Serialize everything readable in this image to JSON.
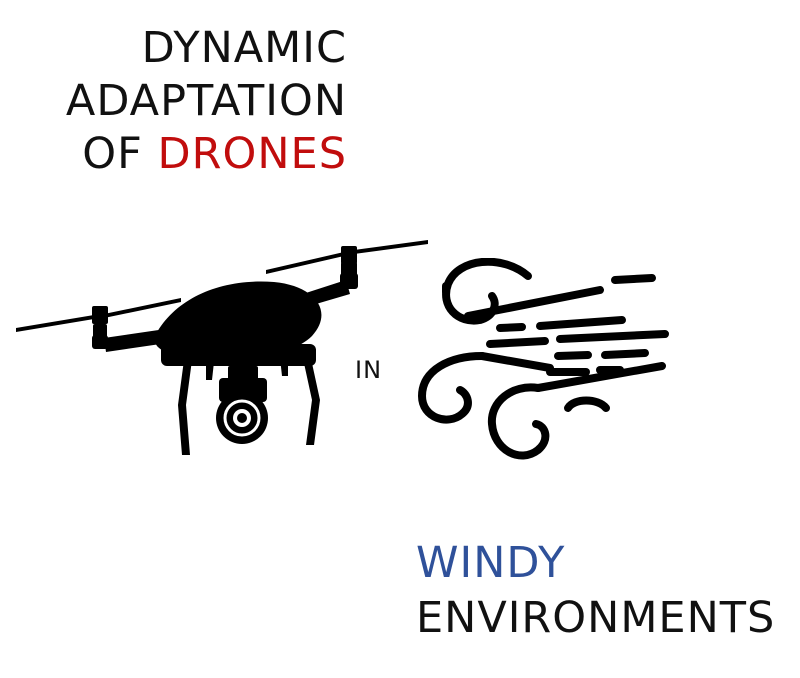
{
  "title": {
    "line1": "DYNAMIC",
    "line2": "ADAPTATION",
    "line3_prefix": "OF ",
    "line3_accent": "DRONES"
  },
  "connector": "IN",
  "subtitle": {
    "accent": "WINDY",
    "rest": "ENVIRONMENTS"
  },
  "icons": [
    "drone-icon",
    "wind-icon"
  ],
  "colors": {
    "text": "#111111",
    "drones_accent": "#c10d0d",
    "windy_accent": "#2f519a",
    "background": "#ffffff"
  }
}
